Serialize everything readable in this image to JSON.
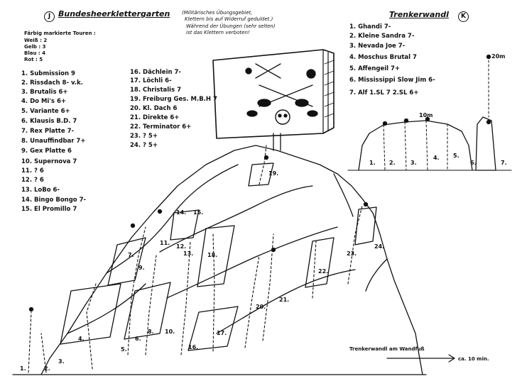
{
  "header": {
    "area_badge": "J",
    "title": "Bundesheerklettergarten",
    "note_lines": [
      "(Militärisches Übungsgebiet,",
      "Klettern bis auf Widerruf geduldet.)",
      "Während der Übungen (sehr selten)",
      "ist das Klettern verboten!"
    ]
  },
  "legend": {
    "heading": "Färbig markierte Touren :",
    "items": [
      "Weiß : 2",
      "Gelb : 3",
      "Blau : 4",
      "Rot : 5"
    ]
  },
  "routes_left": [
    "1. Submission 9",
    "2. Rissdach 8- v.k.",
    "3. Brutalis 6+",
    "4. Do Mi's 6+",
    "5. Variante 6+",
    "6. Klausis B.D. 7",
    "7. Rex Platte 7-",
    "8. Unauffindbar 7+",
    "9. Gex Platte 6",
    "10. Supernova 7",
    "11. ? 6",
    "12. ? 6",
    "13. LoBo 6-",
    "14. Bingo Bongo 7-",
    "15. El Promillo 7"
  ],
  "routes_mid": [
    "16. Dächlein 7-",
    "17. Löchli 6-",
    "18. Christalis 7",
    "19. Freiburg Ges. M.B.H 7",
    "20. Kl. Dach 6",
    "21. Direkte 6+",
    "22. Terminator 6+",
    "23. ? 5+",
    "24. ? 5+"
  ],
  "trenker": {
    "title": "Trenkerwandl",
    "badge": "K",
    "routes": [
      "1. Ghandi 7-",
      "2. Kleine Sandra 7-",
      "3. Nevada Joe 7-",
      "4. Moschus Brutal 7",
      "5. Affengeil 7+",
      "6. Mississippi Slow Jim 6-",
      "7. Alf 1.SL 7    2.SL 6+"
    ],
    "height_20m": "20m",
    "height_10m": "10m"
  },
  "access": {
    "line1": "Trenkerwandl am Wandfuß",
    "line2": "ca. 10 min."
  },
  "topo_labels": {
    "r1": "1.",
    "r2": "2.",
    "r3": "3.",
    "r4": "4.",
    "r5": "5.",
    "r6": "6.",
    "r7": "7.",
    "r8": "8.",
    "r9": "9.",
    "r10": "10.",
    "r11": "11.",
    "r12": "12.",
    "r13": "13.",
    "r14": "14.",
    "r15": "15.",
    "r16": "16.",
    "r17": "17.",
    "r18": "18.",
    "r19": "19.",
    "r20": "20.",
    "r21": "21.",
    "r22": "22.",
    "r23": "23.",
    "r24": "24.",
    "t1": "1.",
    "t2": "2.",
    "t3": "3.",
    "t4": "4.",
    "t5": "5.",
    "t6": "6.",
    "t7": "7."
  }
}
